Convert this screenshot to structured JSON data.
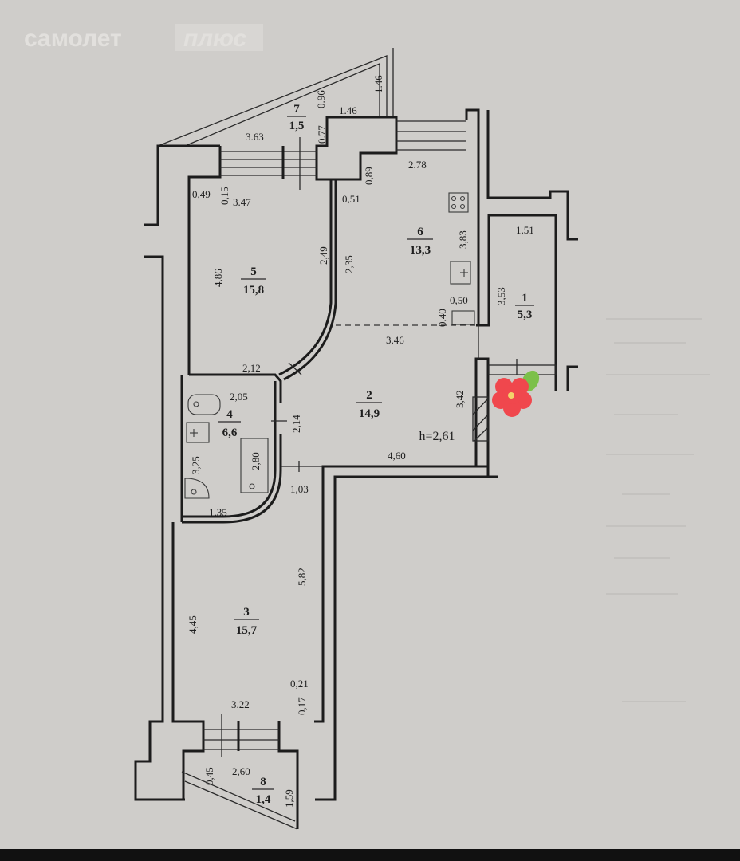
{
  "watermark": {
    "brand": "самолет",
    "badge": "плюс"
  },
  "ceiling_height": "h=2,61",
  "rooms": [
    {
      "number": "1",
      "area": "5,3"
    },
    {
      "number": "2",
      "area": "14,9"
    },
    {
      "number": "3",
      "area": "15,7"
    },
    {
      "number": "4",
      "area": "6,6"
    },
    {
      "number": "5",
      "area": "15,8"
    },
    {
      "number": "6",
      "area": "13,3"
    },
    {
      "number": "7",
      "area": "1,5"
    },
    {
      "number": "8",
      "area": "1,4"
    }
  ],
  "dimensions": {
    "d363": "3.63",
    "d146a": "1.46",
    "d278": "2.78",
    "d049": "0,49",
    "d347": "3.47",
    "d051": "0,51",
    "d151": "1,51",
    "d050": "0,50",
    "d346": "3,46",
    "d212": "2,12",
    "d205": "2,05",
    "d460": "4,60",
    "d103": "1,03",
    "d135": "1,35",
    "d322": "3.22",
    "d021": "0,21",
    "d260": "2,60",
    "d096": "0.96",
    "d077": "0.77",
    "d146b": "1.46",
    "d015": "0,15",
    "d089": "0,89",
    "d249": "2,49",
    "d235": "2,35",
    "d486": "4,86",
    "d383": "3,83",
    "d353": "3,53",
    "d040": "0,40",
    "d342": "3,42",
    "d214": "2,14",
    "d325": "3,25",
    "d280": "2,80",
    "d582": "5,82",
    "d445": "4,45",
    "d017": "0,17",
    "d045": "0,45",
    "d159": "1,59"
  },
  "colors": {
    "paper": "#cfcdca",
    "wall": "#1c1c1c",
    "sticker_petal": "#f0474d",
    "sticker_leaf": "#7cc04a"
  }
}
